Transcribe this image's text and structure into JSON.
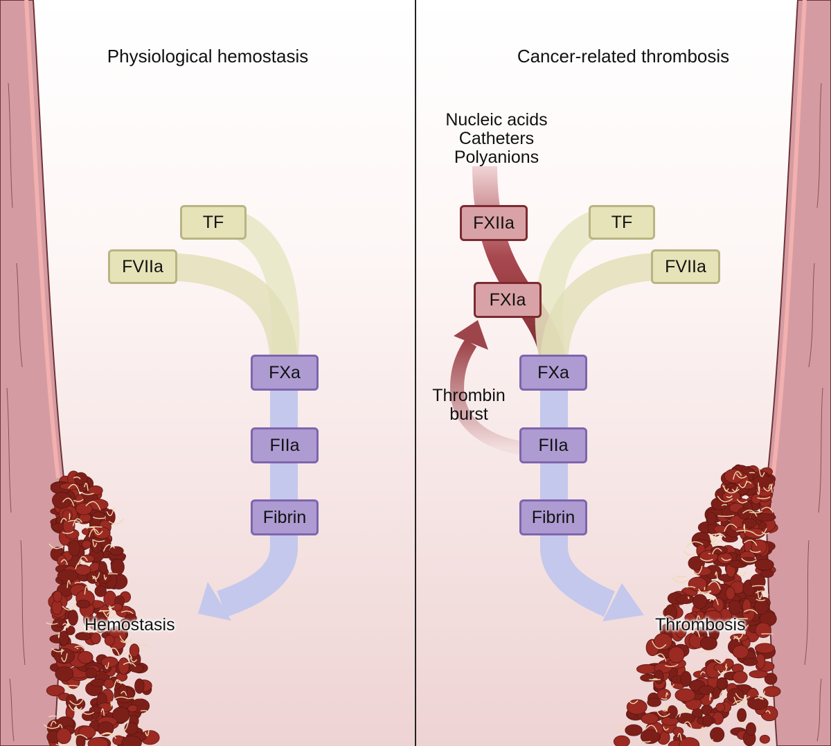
{
  "left_panel": {
    "title": "Physiological hemostasis",
    "boxes": {
      "tf": "TF",
      "fviia": "FVIIa",
      "fxa": "FXa",
      "fiia": "FIIa",
      "fibrin": "Fibrin"
    },
    "outcome": "Hemostasis"
  },
  "right_panel": {
    "title": "Cancer-related thrombosis",
    "triggers": [
      "Nucleic acids",
      "Catheters",
      "Polyanions"
    ],
    "boxes": {
      "fxiia": "FXIIa",
      "fxia": "FXIa",
      "tf": "TF",
      "fviia": "FVIIa",
      "fxa": "FXa",
      "fiia": "FIIa",
      "fibrin": "Fibrin"
    },
    "feedback_label": [
      "Thrombin",
      "burst"
    ],
    "outcome": "Thrombosis"
  },
  "colors": {
    "extrinsic": "#e6e3b8",
    "common": "#ad9bd2",
    "contact": "#d9a2a6",
    "vessel_wall": "#d49ca2",
    "clot": "#9a2a22"
  }
}
